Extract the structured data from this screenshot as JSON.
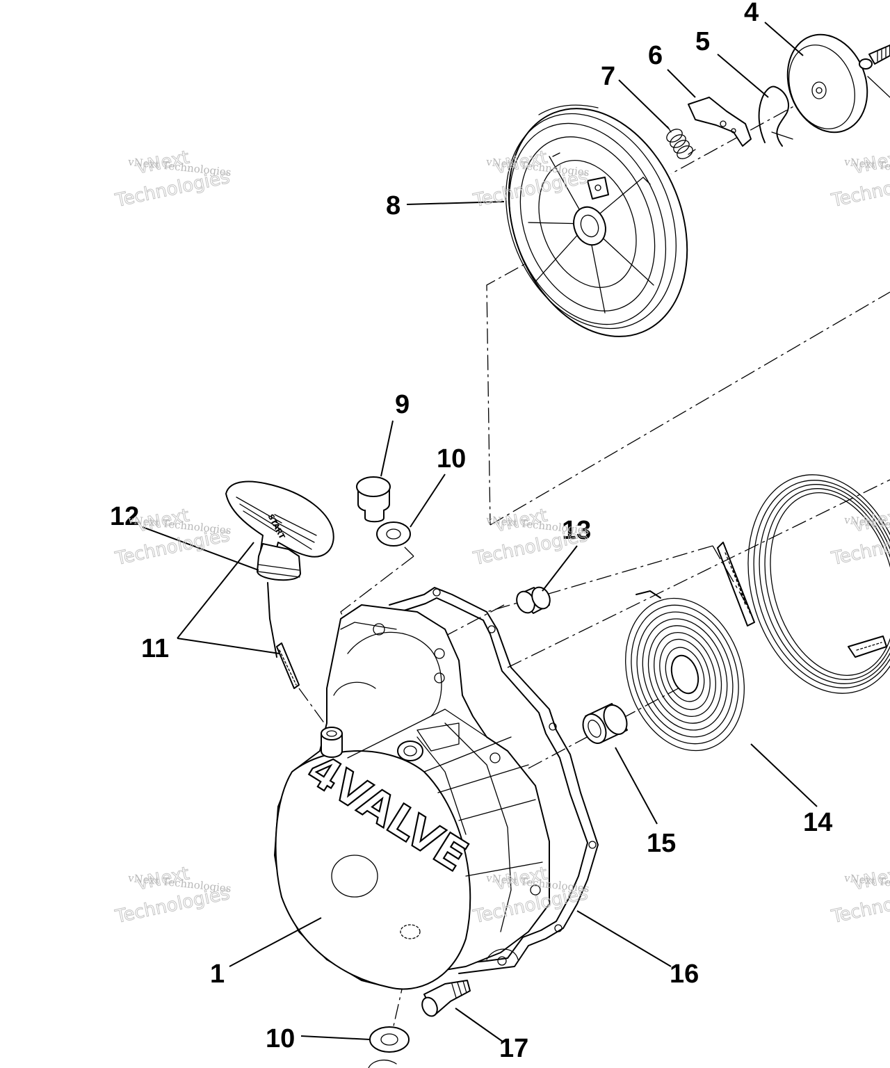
{
  "callouts": {
    "c1": "1",
    "c4": "4",
    "c5": "5",
    "c6": "6",
    "c7": "7",
    "c8": "8",
    "c9": "9",
    "c10a": "10",
    "c10b": "10",
    "c11": "11",
    "c12": "12",
    "c13": "13",
    "c14": "14",
    "c15": "15",
    "c16": "16",
    "c17": "17"
  },
  "cover_embossing": "4VALVE",
  "handle_label": "START",
  "watermark": {
    "line1": "vNext Technologies",
    "line2": "vNext",
    "line3": "Technologies"
  }
}
